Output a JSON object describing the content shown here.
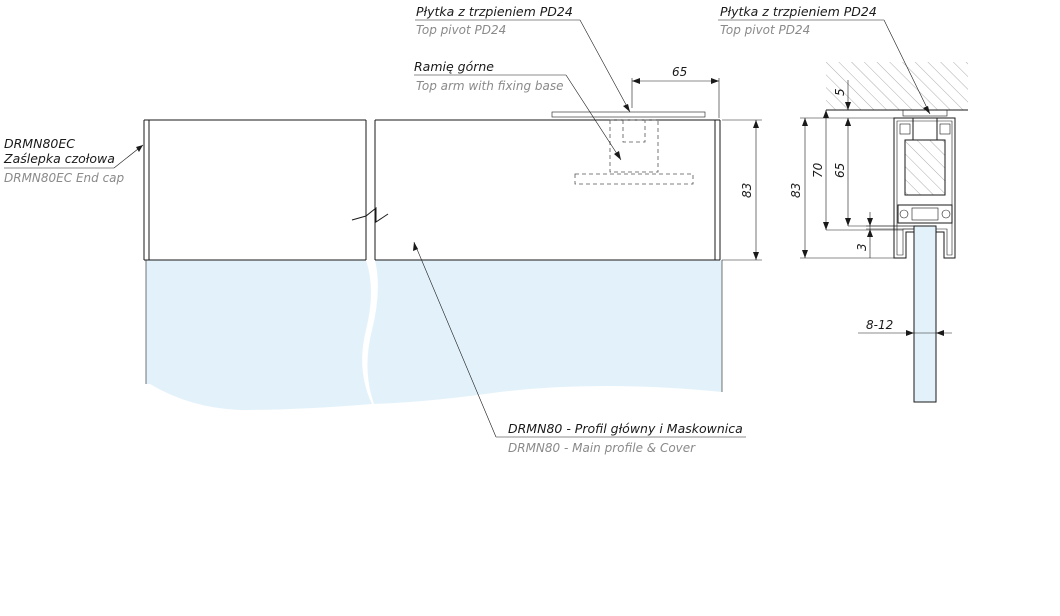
{
  "colors": {
    "glass": "#e3f2fa",
    "line": "#1a1a1a",
    "subtext": "#8a8a8a",
    "hatch": "#8a8a8a"
  },
  "labels": {
    "top_pivot_left": {
      "pl": "Płytka z trzpieniem PD24",
      "en": "Top pivot PD24"
    },
    "top_pivot_right": {
      "pl": "Płytka z trzpieniem PD24",
      "en": "Top pivot PD24"
    },
    "top_arm": {
      "pl": "Ramię górne",
      "en": "Top arm with fixing base"
    },
    "end_cap": {
      "code": "DRMN80EC",
      "pl": "Zaślepka czołowa",
      "en": "DRMN80EC End cap"
    },
    "main_profile": {
      "pl": "DRMN80 - Profil główny i Maskownica",
      "en": "DRMN80 - Main profile & Cover"
    }
  },
  "dimensions": {
    "arm_offset": "65",
    "front_height": "83",
    "section_height": "83",
    "section_70": "70",
    "section_65": "65",
    "section_5": "5",
    "section_3": "3",
    "glass_thickness": "8-12"
  }
}
